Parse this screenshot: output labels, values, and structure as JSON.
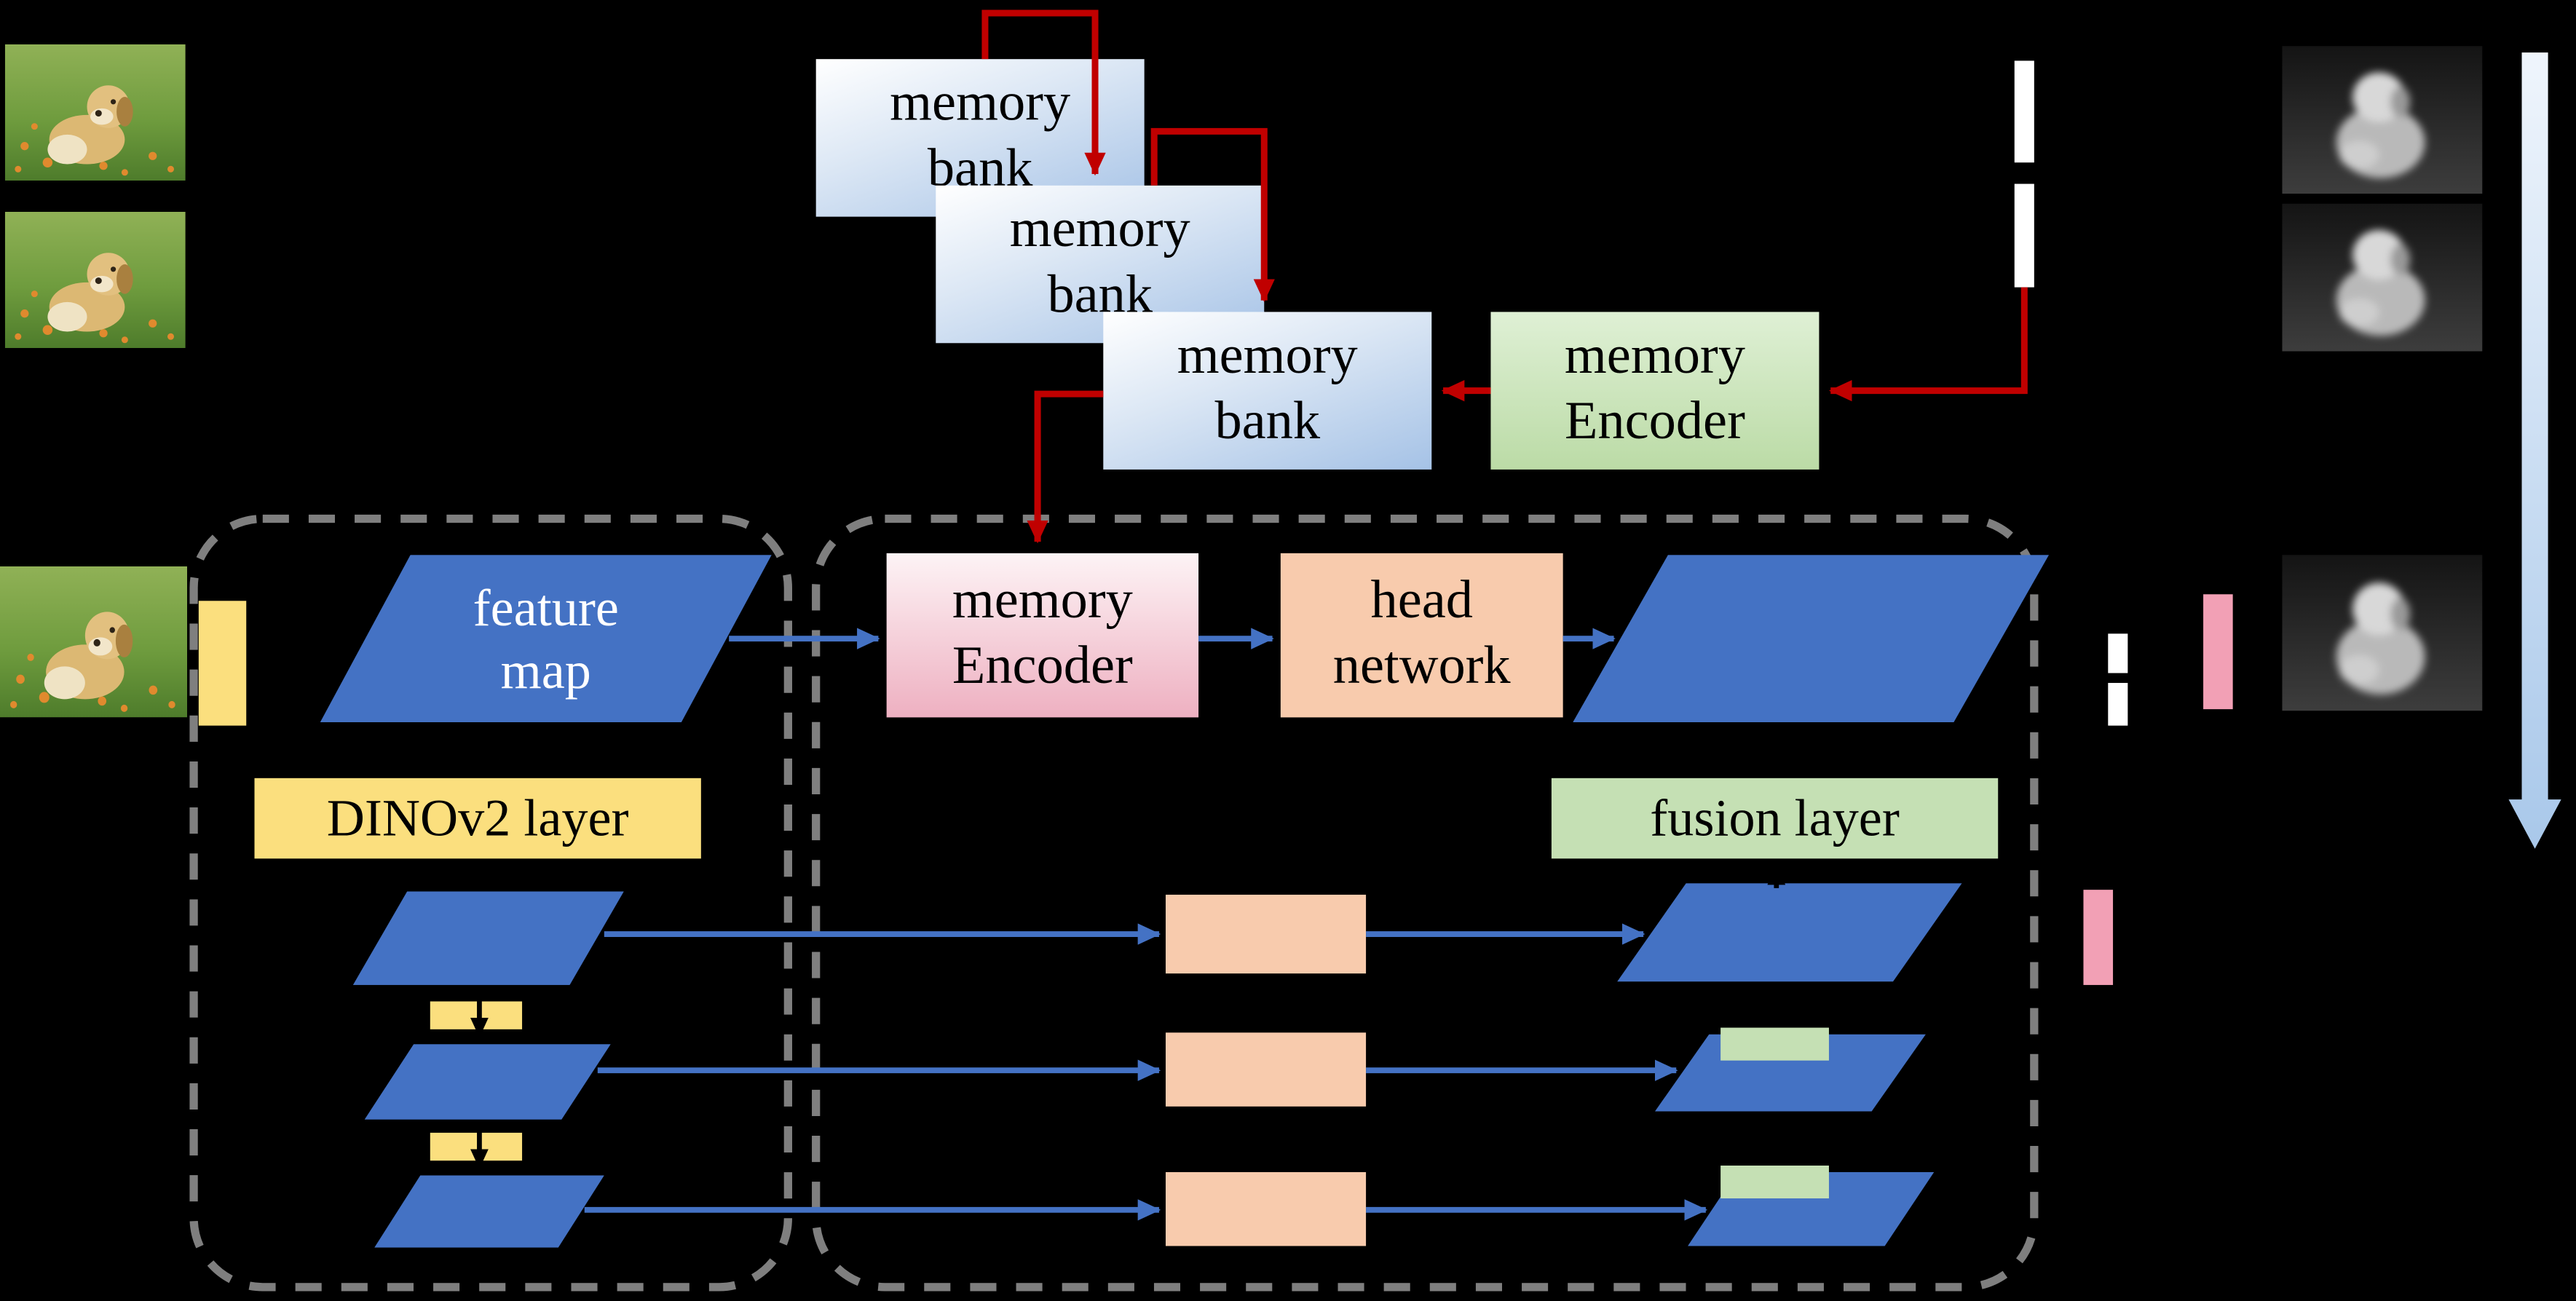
{
  "labels": {
    "memory_banks": [
      "memory bank",
      "memory bank",
      "memory bank"
    ],
    "memory_encoder_top": "memory Encoder",
    "memory_encoder_main": "memory Encoder",
    "head_network": "head network",
    "feature_map": "feature map",
    "dinov2_layer": "DINOv2 layer",
    "fusion_layer": "fusion layer"
  },
  "colors": {
    "background": "#000000",
    "red_arrow": "#c00000",
    "blue_arrow": "#4472c4",
    "black_arrow": "#000000",
    "parallelogram_blue": "#4472c4",
    "memory_bank_gradient_bottom": "#a5c2e6",
    "green_box": "#c5e0b4",
    "pink_box_bottom": "#eeb0c1",
    "orange_box": "#f8cbad",
    "yellow_box": "#fbdf7e",
    "pink_bar": "#f2a0b5",
    "white_bar": "#ffffff",
    "dashed_border": "#7f7f7f",
    "timeline_arrow_bottom": "#a9c8ea"
  }
}
